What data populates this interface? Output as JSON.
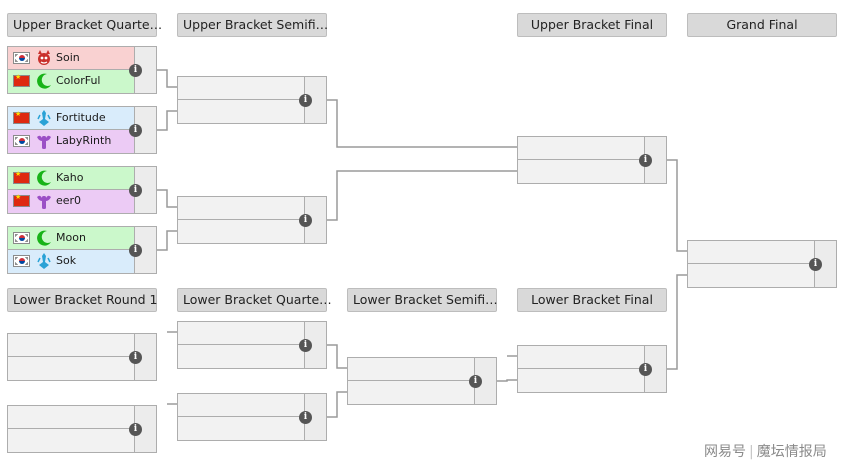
{
  "colors": {
    "zerg": "#f9d1d1",
    "protoss": "#d9ecfb",
    "terran": "#cbf8cb",
    "terran_alt": "#eccbf5",
    "empty": "#f2f2f2",
    "line": "#9a9a9a",
    "header": "#d9d9d9"
  },
  "rounds": [
    {
      "label": "Upper Bracket Quarte…"
    },
    {
      "label": "Upper Bracket Semifi…"
    },
    {
      "label": "Upper Bracket Final"
    },
    {
      "label": "Grand Final"
    },
    {
      "label": "Lower Bracket Round 1"
    },
    {
      "label": "Lower Bracket Quarte…"
    },
    {
      "label": "Lower Bracket Semifi…"
    },
    {
      "label": "Lower Bracket Final"
    }
  ],
  "matches": [
    {
      "round": "upper-quarterfinal",
      "players": [
        {
          "name": "Soin",
          "flag": "kr",
          "race": "zerg-icon",
          "bg": "zerg"
        },
        {
          "name": "ColorFul",
          "flag": "cn",
          "race": "moon-icon",
          "bg": "terran"
        }
      ]
    },
    {
      "round": "upper-quarterfinal",
      "players": [
        {
          "name": "Fortitude",
          "flag": "cn",
          "race": "protoss-icon",
          "bg": "protoss"
        },
        {
          "name": "LabyRinth",
          "flag": "kr",
          "race": "undead-icon",
          "bg": "terran_alt"
        }
      ]
    },
    {
      "round": "upper-quarterfinal",
      "players": [
        {
          "name": "Kaho",
          "flag": "cn",
          "race": "moon-icon",
          "bg": "terran"
        },
        {
          "name": "eer0",
          "flag": "cn",
          "race": "undead-icon",
          "bg": "terran_alt"
        }
      ]
    },
    {
      "round": "upper-quarterfinal",
      "players": [
        {
          "name": "Moon",
          "flag": "kr",
          "race": "moon-icon",
          "bg": "terran"
        },
        {
          "name": "Sok",
          "flag": "kr",
          "race": "protoss-icon",
          "bg": "protoss"
        }
      ]
    },
    {
      "round": "upper-semifinal",
      "players": []
    },
    {
      "round": "upper-semifinal",
      "players": []
    },
    {
      "round": "upper-final",
      "players": []
    },
    {
      "round": "grand-final",
      "players": []
    },
    {
      "round": "lower-round-1",
      "players": []
    },
    {
      "round": "lower-round-1",
      "players": []
    },
    {
      "round": "lower-quarterfinal",
      "players": []
    },
    {
      "round": "lower-quarterfinal",
      "players": []
    },
    {
      "round": "lower-semifinal",
      "players": []
    },
    {
      "round": "lower-final",
      "players": []
    }
  ],
  "info_icon": "i",
  "watermark": {
    "source": "网易号",
    "separator": "|",
    "author": "魔坛情报局"
  }
}
